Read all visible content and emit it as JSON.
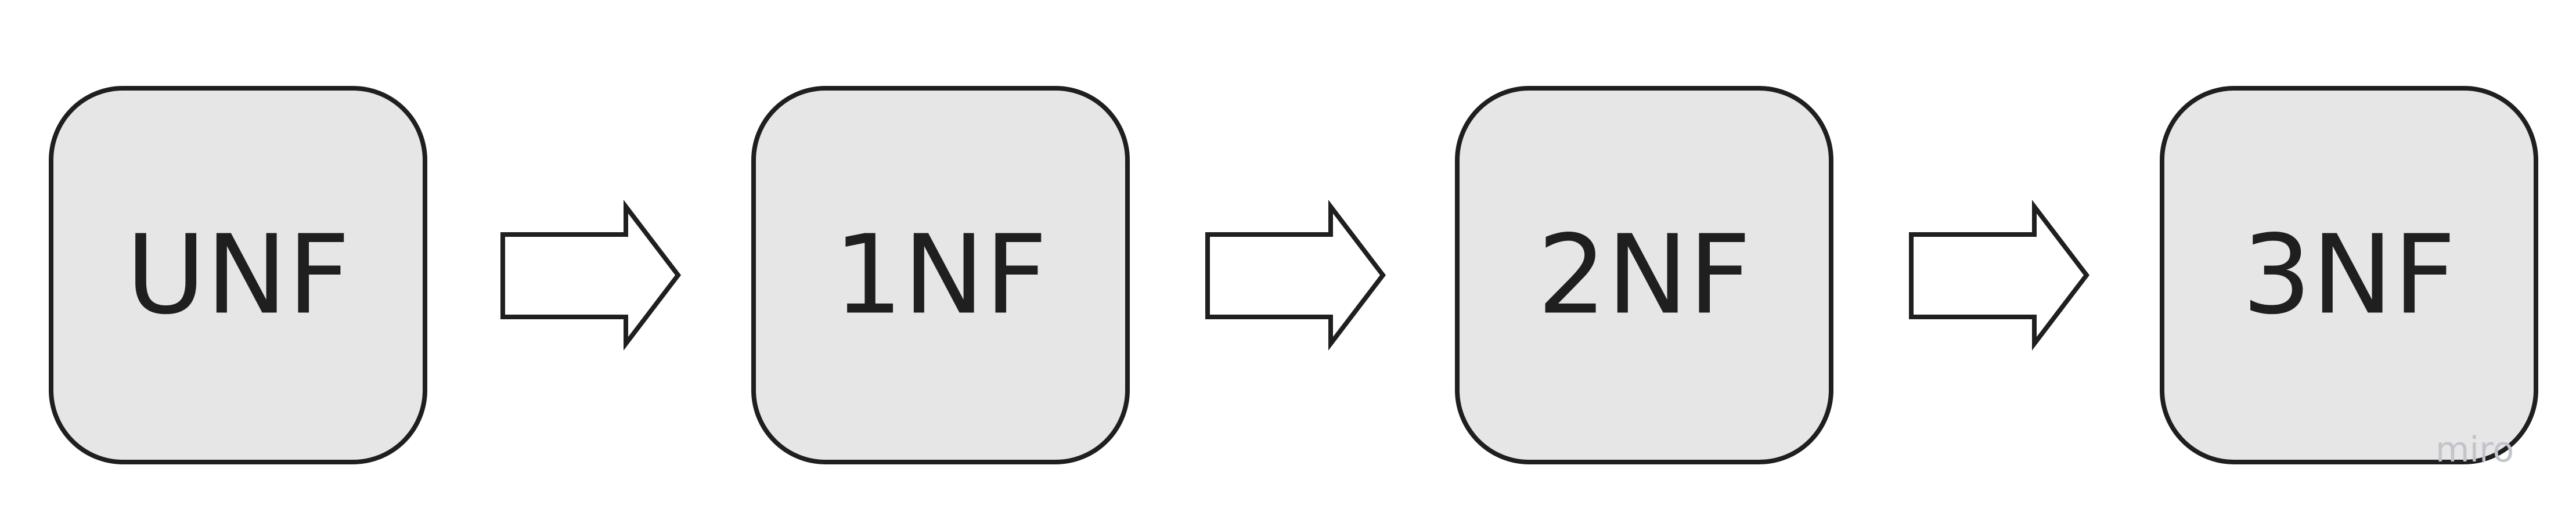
{
  "diagram": {
    "stages": [
      {
        "label": "UNF"
      },
      {
        "label": "1NF"
      },
      {
        "label": "2NF"
      },
      {
        "label": "3NF"
      }
    ],
    "colors": {
      "box_fill": "#e6e6e6",
      "stroke": "#1f1f1f",
      "arrow_fill": "#ffffff",
      "text": "#1f1f1f"
    }
  },
  "watermark": {
    "text": "miro"
  }
}
